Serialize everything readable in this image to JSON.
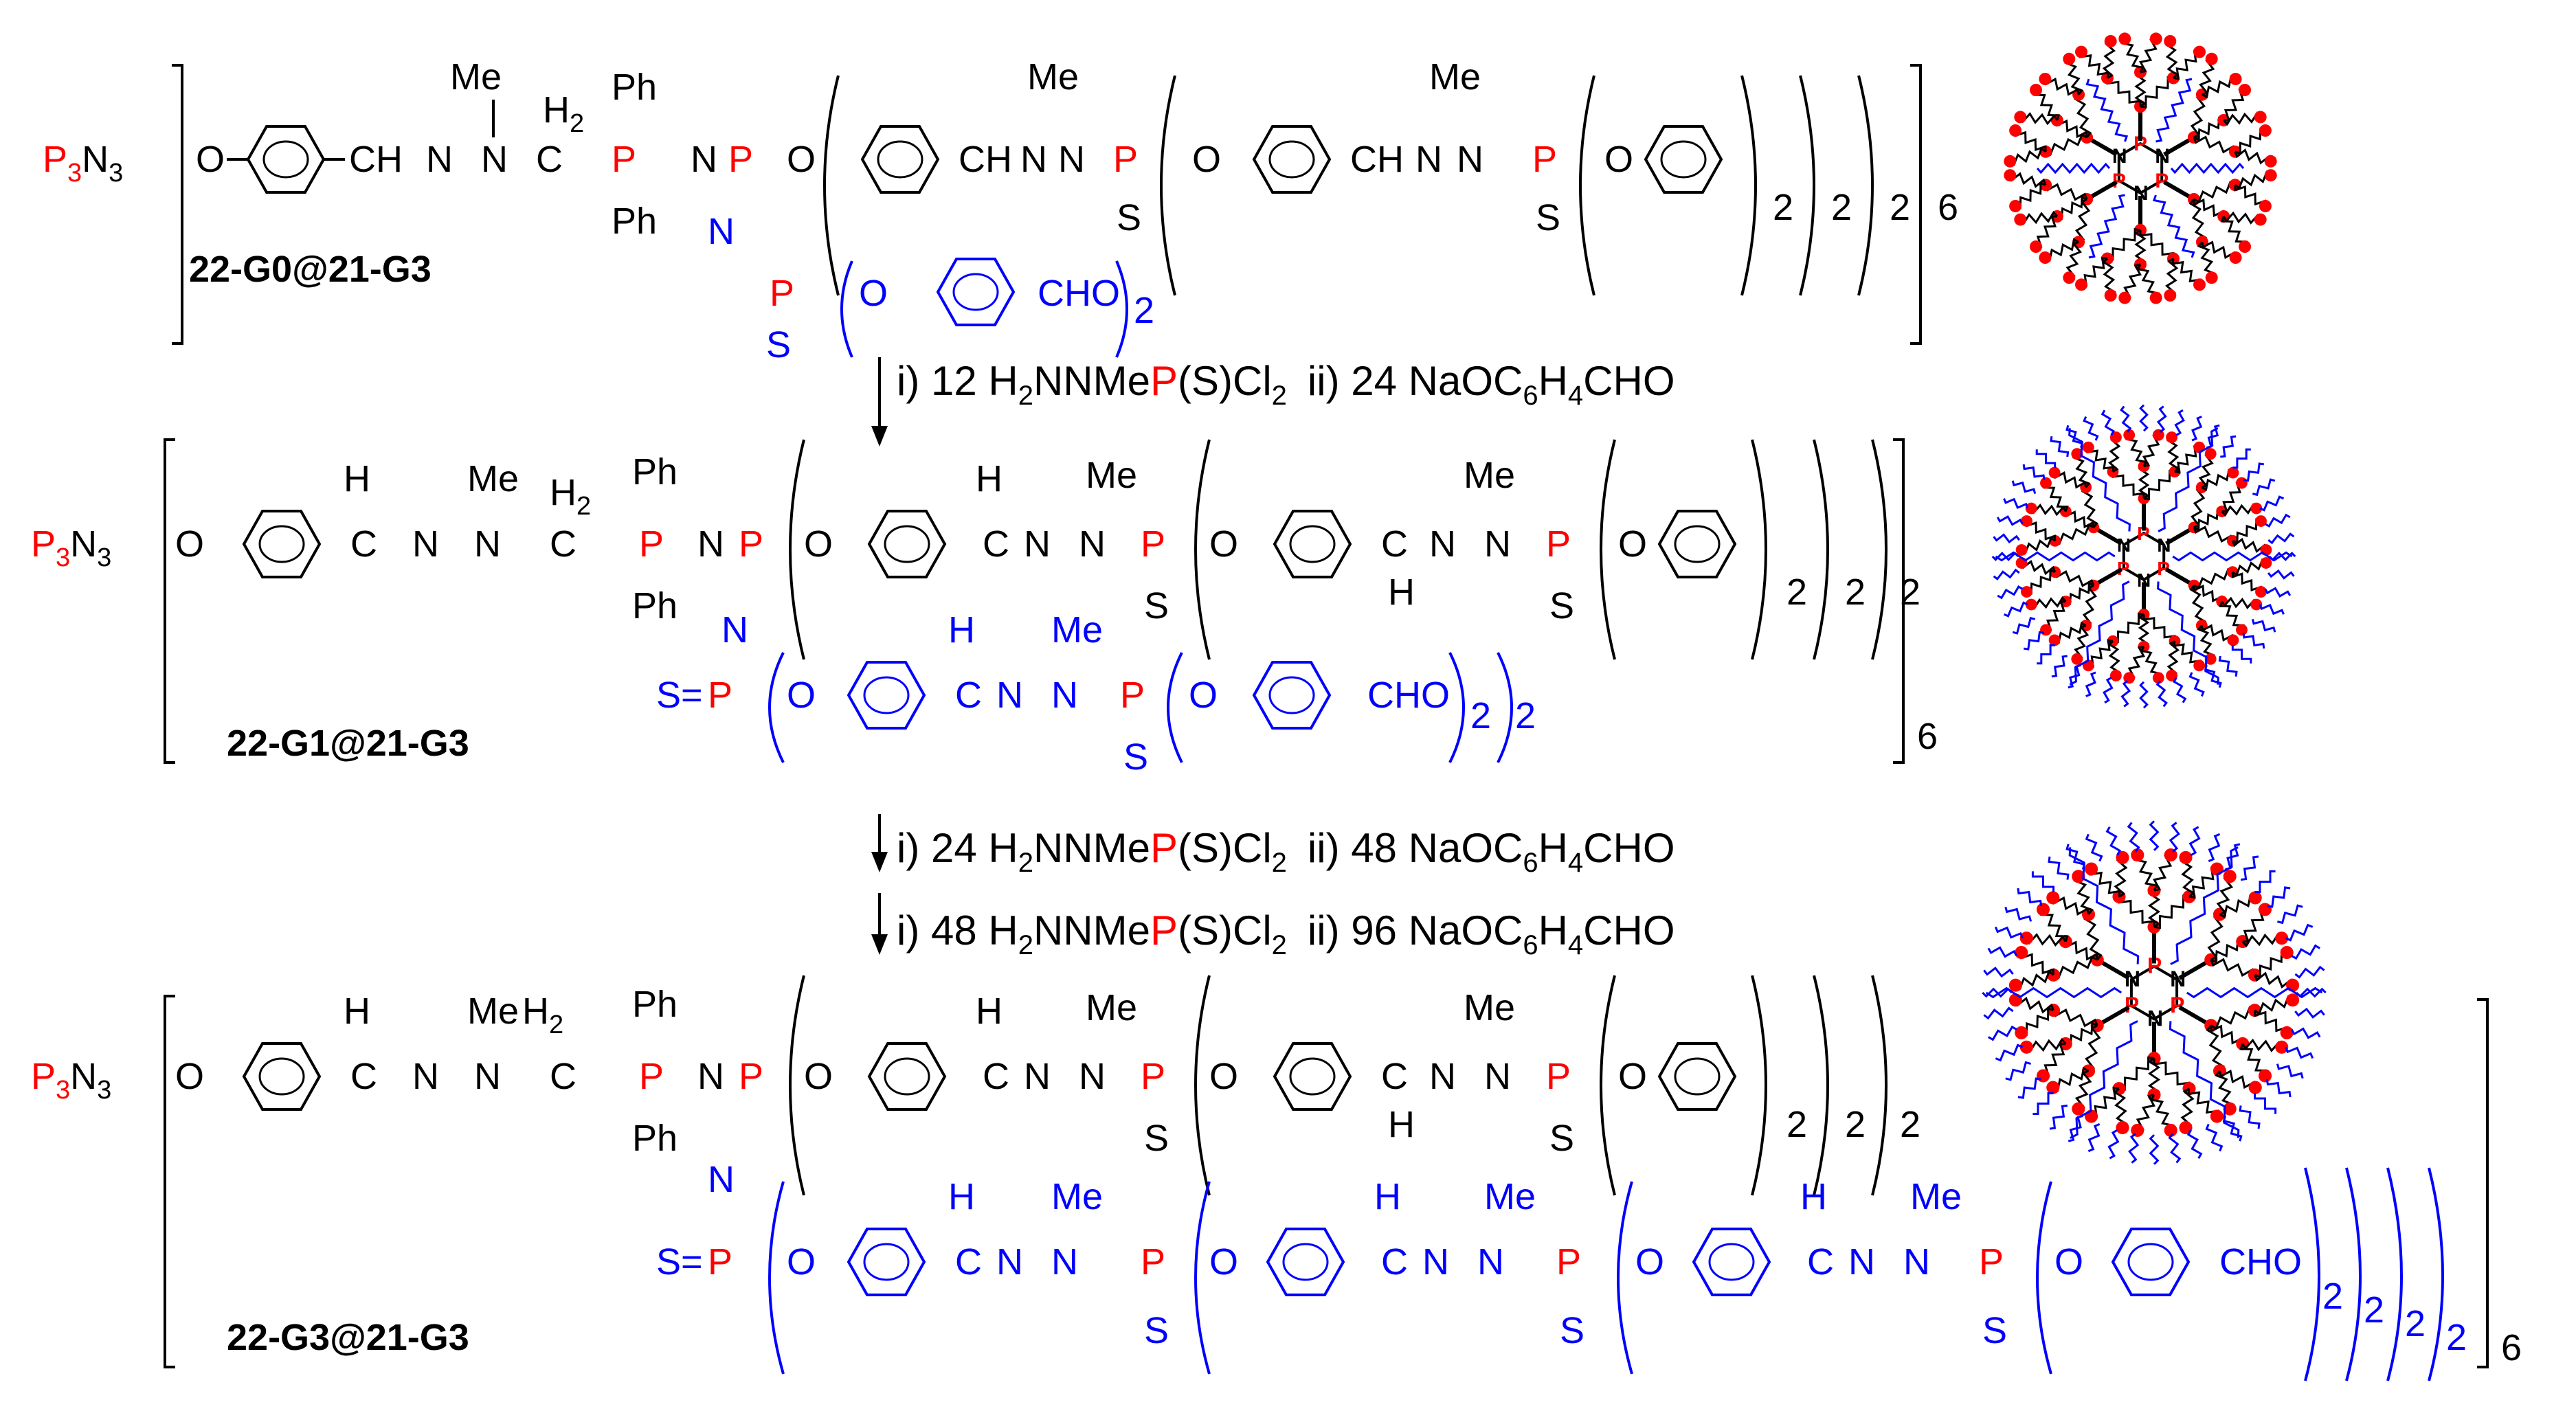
{
  "labels": {
    "g0": "22-G0@21-G3",
    "g1": "22-G1@21-G3",
    "g3": "22-G3@21-G3"
  },
  "core": {
    "p3n3_p": "P",
    "p3n3_n": "N",
    "sub3": "3"
  },
  "atoms": {
    "O": "O",
    "CH": "CH",
    "CHO": "CHO",
    "Me": "Me",
    "H": "H",
    "H2": "H",
    "two": "2",
    "C": "C",
    "N": "N",
    "P": "P",
    "S": "S",
    "Ph": "Ph",
    "eqS": "S=",
    "six": "6"
  },
  "steps": {
    "s1": {
      "i": "i) 12 H",
      "i_sub": "2",
      "i_mid": "NNMe",
      "i_p": "P",
      "i_tail": "(S)Cl",
      "i_tail_sub": "2",
      "ii": "ii) 24 NaOC",
      "ii_sub": "6",
      "ii_mid": "H",
      "ii_sub2": "4",
      "ii_end": "CHO"
    },
    "s2": {
      "i": "i) 24 H",
      "i_sub": "2",
      "i_mid": "NNMe",
      "i_p": "P",
      "i_tail": "(S)Cl",
      "i_tail_sub": "2",
      "ii": "ii) 48 NaOC",
      "ii_sub": "6",
      "ii_mid": "H",
      "ii_sub2": "4",
      "ii_end": "CHO"
    },
    "s3": {
      "i": "i) 48 H",
      "i_sub": "2",
      "i_mid": "NNMe",
      "i_p": "P",
      "i_tail": "(S)Cl",
      "i_tail_sub": "2",
      "ii": "ii) 96 NaOC",
      "ii_sub": "6",
      "ii_mid": "H",
      "ii_sub2": "4",
      "ii_end": "CHO"
    }
  },
  "colors": {
    "core": "#ff0000",
    "branch": "#0000ff",
    "backbone": "#000000"
  },
  "icons": [
    "dendrimer-g0-icon",
    "dendrimer-g1-icon",
    "dendrimer-g3-icon"
  ]
}
